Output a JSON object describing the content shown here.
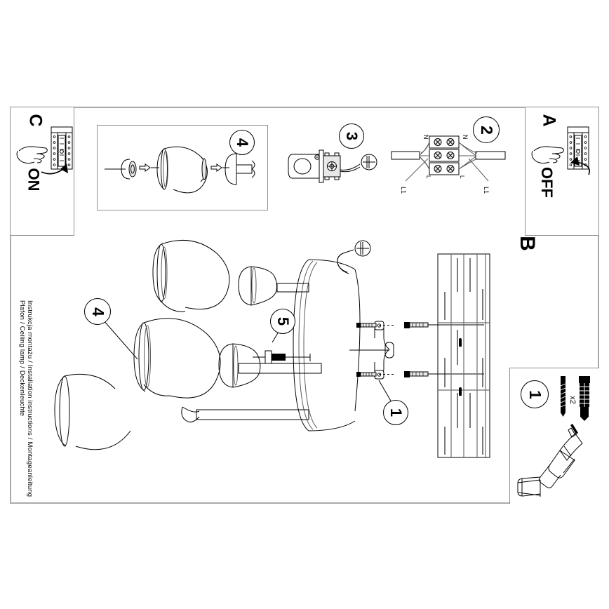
{
  "document": {
    "type": "assembly-instruction-sheet",
    "product_title_line1": "Instrukcja montażu / Installation instructions / Montageanleitung",
    "product_title_line2": "Plafon / Ceiling lamp / Deckenleuchte"
  },
  "panels": {
    "power_off": {
      "letter": "A",
      "state_label": "OFF",
      "icon": "circuit-breaker-hand",
      "arrow": "arrow-left-curved"
    },
    "power_on": {
      "letter": "C",
      "state_label": "ON",
      "icon": "circuit-breaker-hand",
      "arrow": "arrow-right-curved"
    },
    "main": {
      "letter": "B"
    },
    "step1": {
      "number": "1",
      "quantity_label": "x2",
      "items": [
        "screw",
        "wall-plug",
        "power-drill"
      ]
    },
    "step2": {
      "number": "2",
      "terminal_labels_top": [
        "N",
        "N"
      ],
      "terminal_labels_bottom": [
        "L1",
        "L1"
      ]
    },
    "step3": {
      "number": "3",
      "items": [
        "connector-block",
        "screwdriver-symbol"
      ]
    },
    "step4_top": {
      "number": "4",
      "items": [
        "bulb",
        "glass-globe",
        "lamp-head"
      ]
    }
  },
  "callouts": {
    "globe": "4",
    "set_screw": "5",
    "mounting_bracket": "1"
  }
}
